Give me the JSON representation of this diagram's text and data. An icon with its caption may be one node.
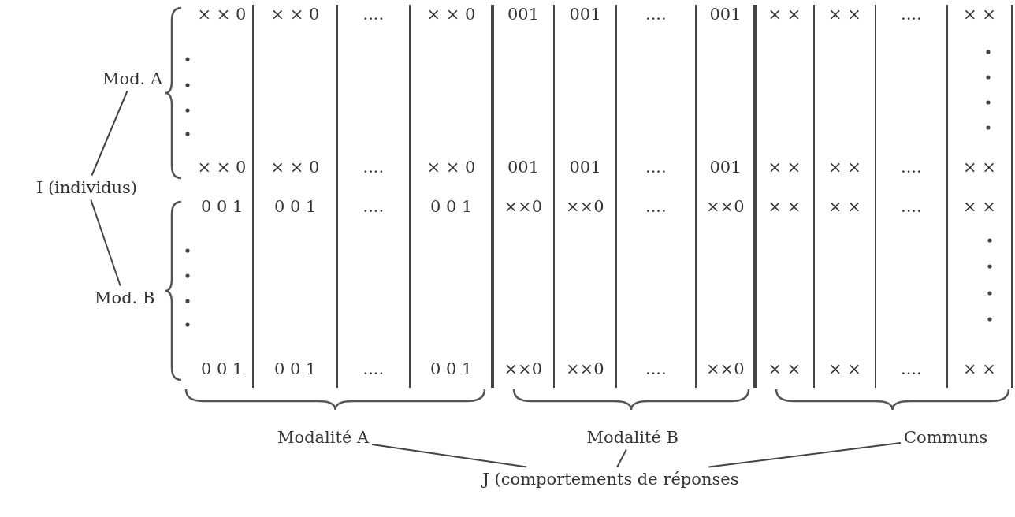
{
  "diagram": {
    "nodes": [
      {
        "text": [
          "Mod. A"
        ]
      },
      {
        "text": [
          "I (individus)"
        ]
      },
      {
        "text": [
          "Mod. B"
        ]
      },
      {
        "text": [
          "Modalité A"
        ]
      },
      {
        "text": [
          "Modalité B"
        ]
      },
      {
        "text": [
          "Communs"
        ]
      },
      {
        "text": [
          "J (comportements de réponses"
        ]
      }
    ],
    "edges": [
      {
        "from": 0,
        "to": 1,
        "arrow": "none"
      },
      {
        "from": 1,
        "to": 2,
        "arrow": "none"
      },
      {
        "from": 3,
        "to": 6,
        "arrow": "none"
      },
      {
        "from": 4,
        "to": 6,
        "arrow": "none"
      },
      {
        "from": 5,
        "to": 6,
        "arrow": "none"
      }
    ],
    "labels": [
      "× × 0",
      "× × 0",
      "....",
      "× × 0",
      "001",
      "001",
      "....",
      "001",
      "× ×",
      "× ×",
      "....",
      "× ×",
      "× × 0",
      "× × 0",
      "....",
      "× × 0",
      "001",
      "001",
      "....",
      "001",
      "× ×",
      "× ×",
      "....",
      "× ×",
      "0 0 1",
      "0 0 1",
      "....",
      "0 0 1",
      "××0",
      "××0",
      "....",
      "××0",
      "× ×",
      "× ×",
      "....",
      "× ×",
      "0 0 1",
      "0 0 1",
      "....",
      "0 0 1",
      "××0",
      "××0",
      "....",
      "××0",
      "× ×",
      "× ×",
      "....",
      "× ×"
    ]
  }
}
